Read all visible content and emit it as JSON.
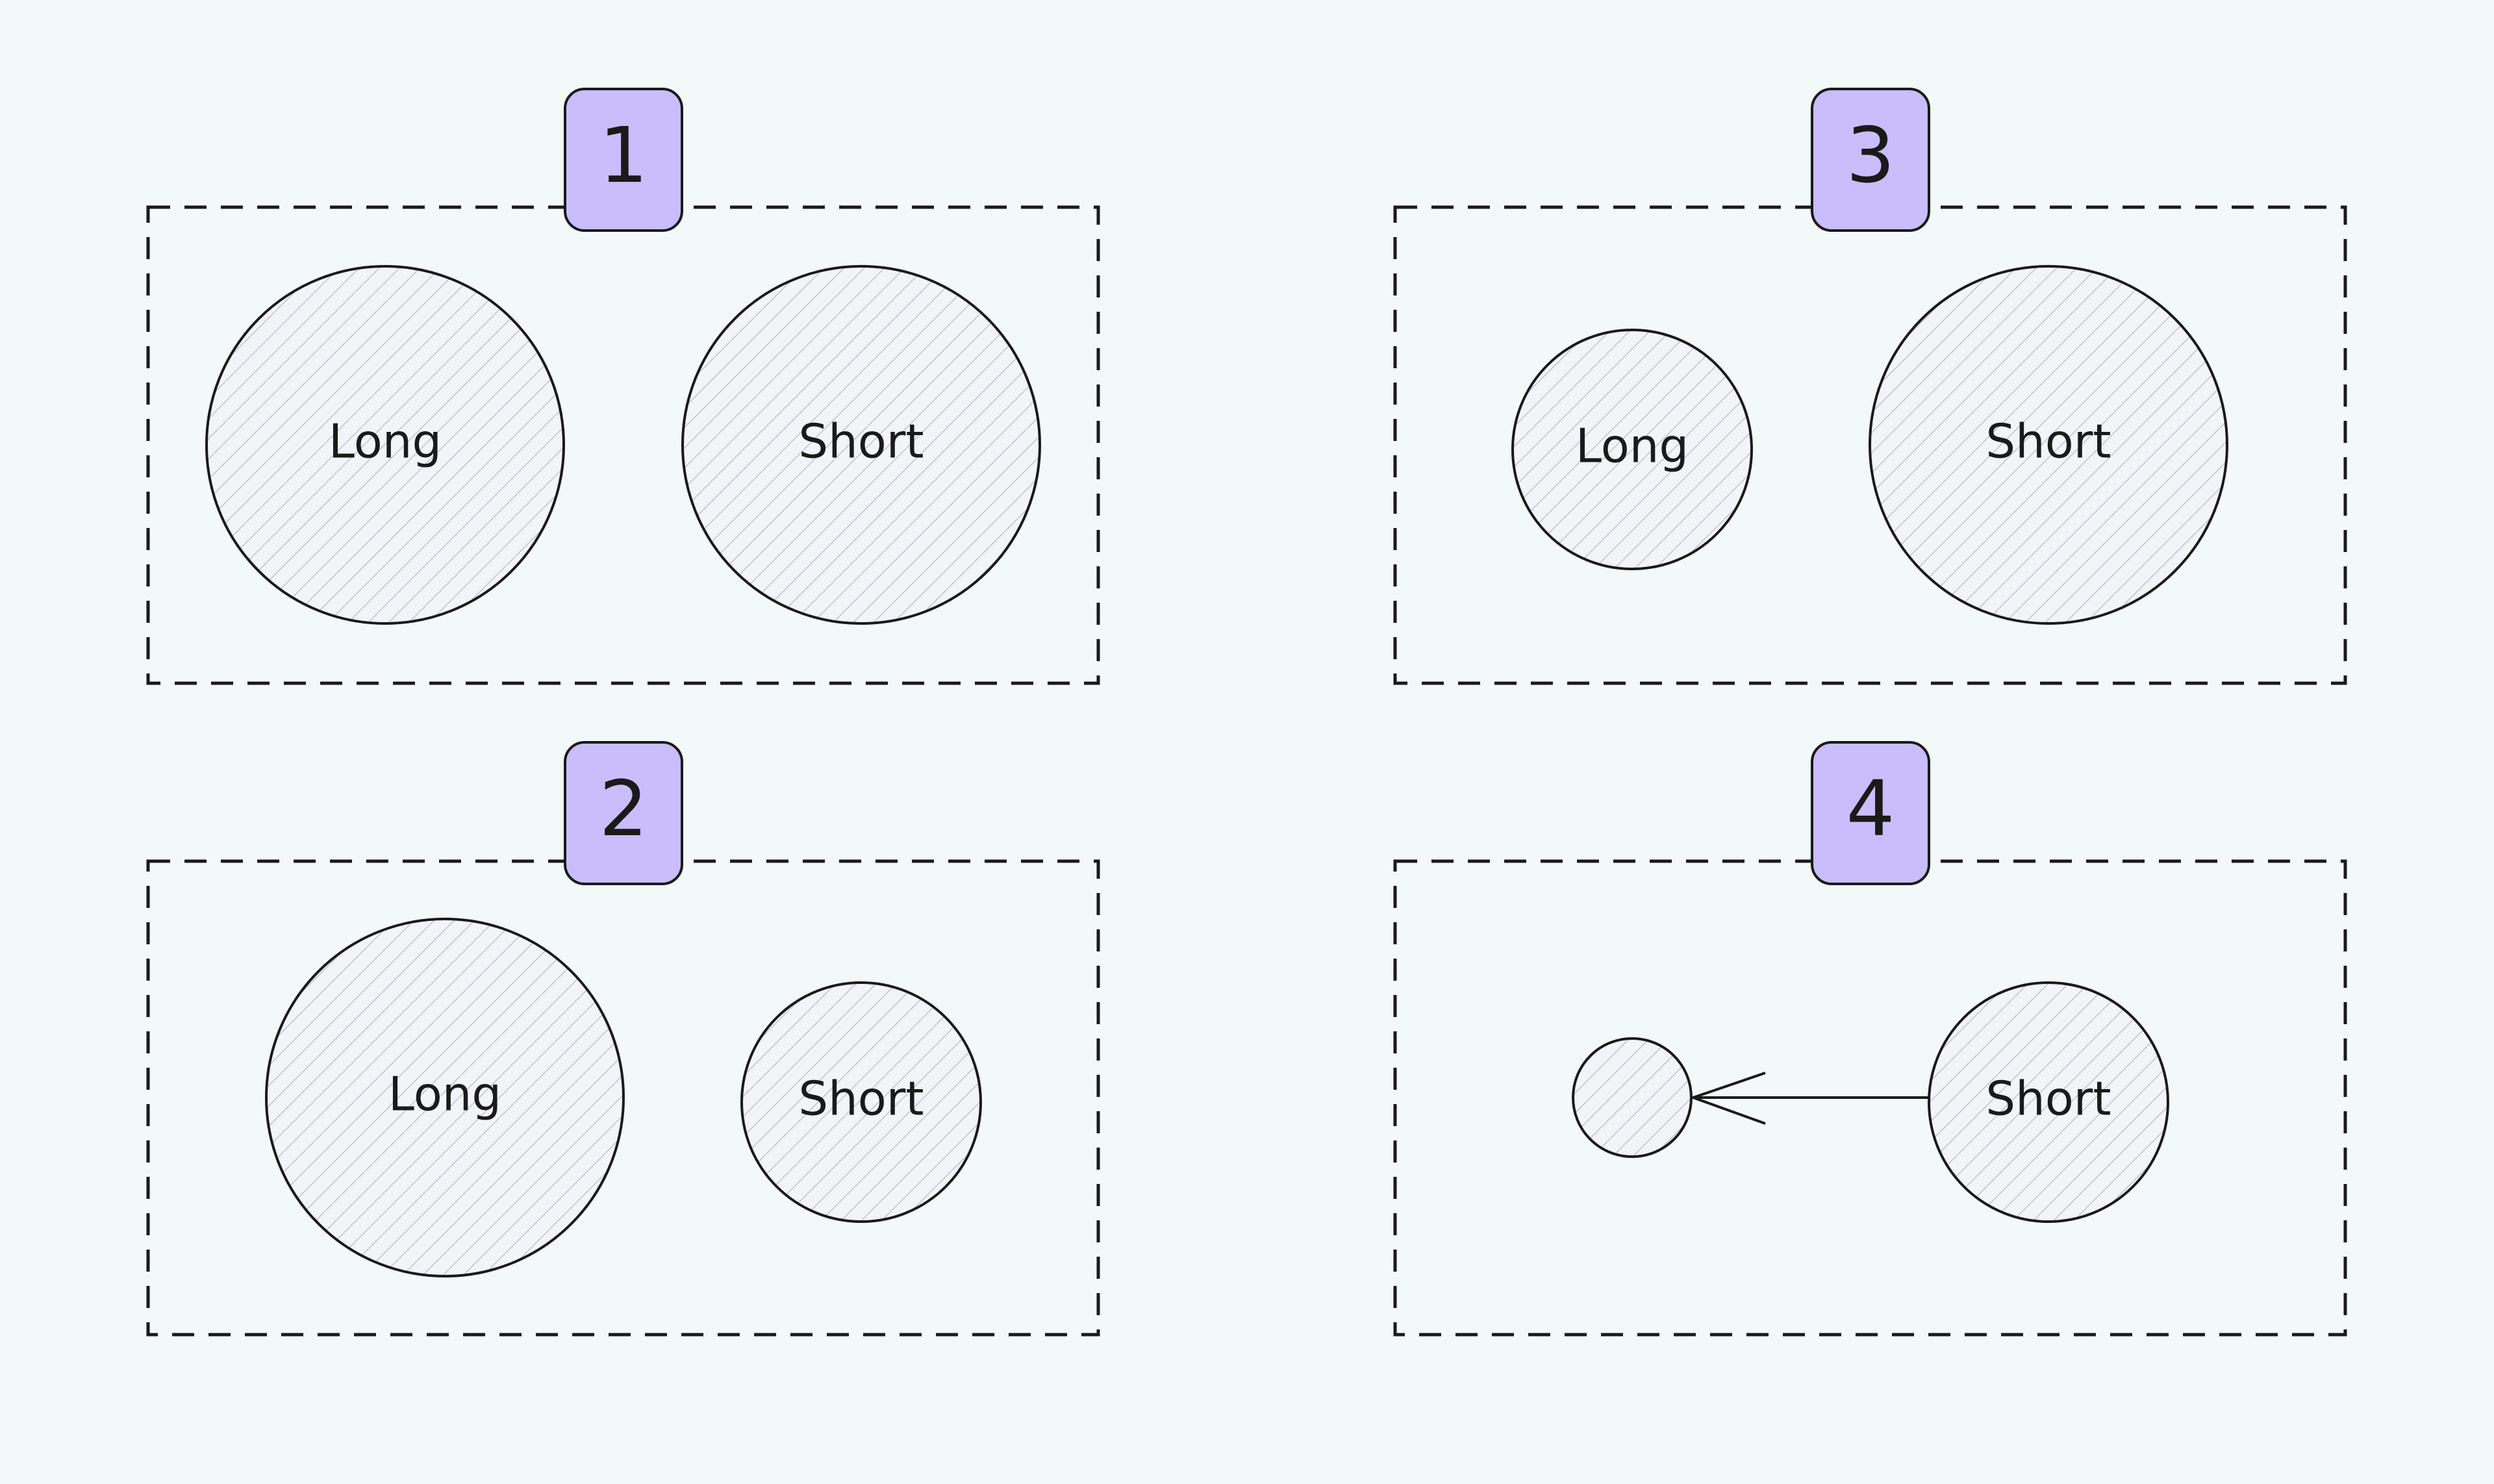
{
  "colors": {
    "background": "#f3f8f8",
    "badge_fill": "#c9bdfb",
    "circle_fill": "#f3f4f8",
    "hatch": "#bfc3cf",
    "stroke": "#1a1a1a"
  },
  "panels": [
    {
      "badge": "1",
      "circles": [
        {
          "label": "Long",
          "size": "large"
        },
        {
          "label": "Short",
          "size": "large"
        }
      ]
    },
    {
      "badge": "2",
      "circles": [
        {
          "label": "Long",
          "size": "large"
        },
        {
          "label": "Short",
          "size": "medium"
        }
      ]
    },
    {
      "badge": "3",
      "circles": [
        {
          "label": "Long",
          "size": "medium"
        },
        {
          "label": "Short",
          "size": "large"
        }
      ]
    },
    {
      "badge": "4",
      "circles": [
        {
          "label": "",
          "size": "small"
        },
        {
          "label": "Short",
          "size": "medium"
        }
      ],
      "arrow": {
        "from": "Short",
        "to": "unlabeled circle",
        "direction": "left"
      }
    }
  ]
}
